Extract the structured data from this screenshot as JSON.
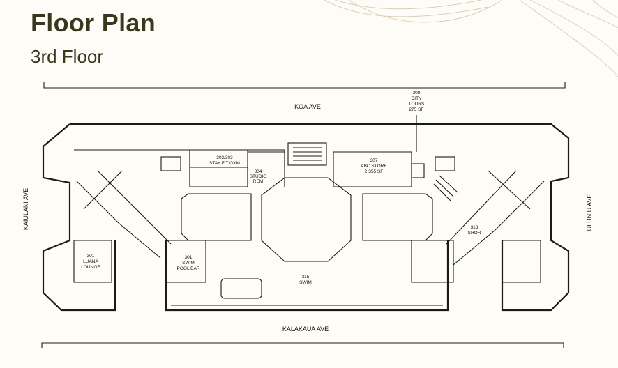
{
  "header": {
    "title": "Floor Plan",
    "subtitle": "3rd Floor"
  },
  "streets": {
    "top": "KOA AVE",
    "bottom": "KALAKAUA AVE",
    "left": "KAIULANI AVE",
    "right": "ULUNIU AVE"
  },
  "rooms": {
    "gym": [
      "302/303",
      "STAY FIT GYM"
    ],
    "studio": [
      "304",
      "STUDIO",
      "REM"
    ],
    "abc": [
      "307",
      "ABC STORE",
      "2,355 SF"
    ],
    "city": [
      "308",
      "CITY",
      "TOURS",
      "275 SF"
    ],
    "luana": [
      "301",
      "LUANA",
      "LOUNGE"
    ],
    "poolbar": [
      "301",
      "SWIM",
      "POOL BAR"
    ],
    "swim": [
      "315",
      "SWIM"
    ],
    "shor": [
      "313",
      "SHOR"
    ]
  },
  "colors": {
    "title": "#38381f",
    "background": "#fdfcf7",
    "decoration": "#d8cfb8"
  }
}
